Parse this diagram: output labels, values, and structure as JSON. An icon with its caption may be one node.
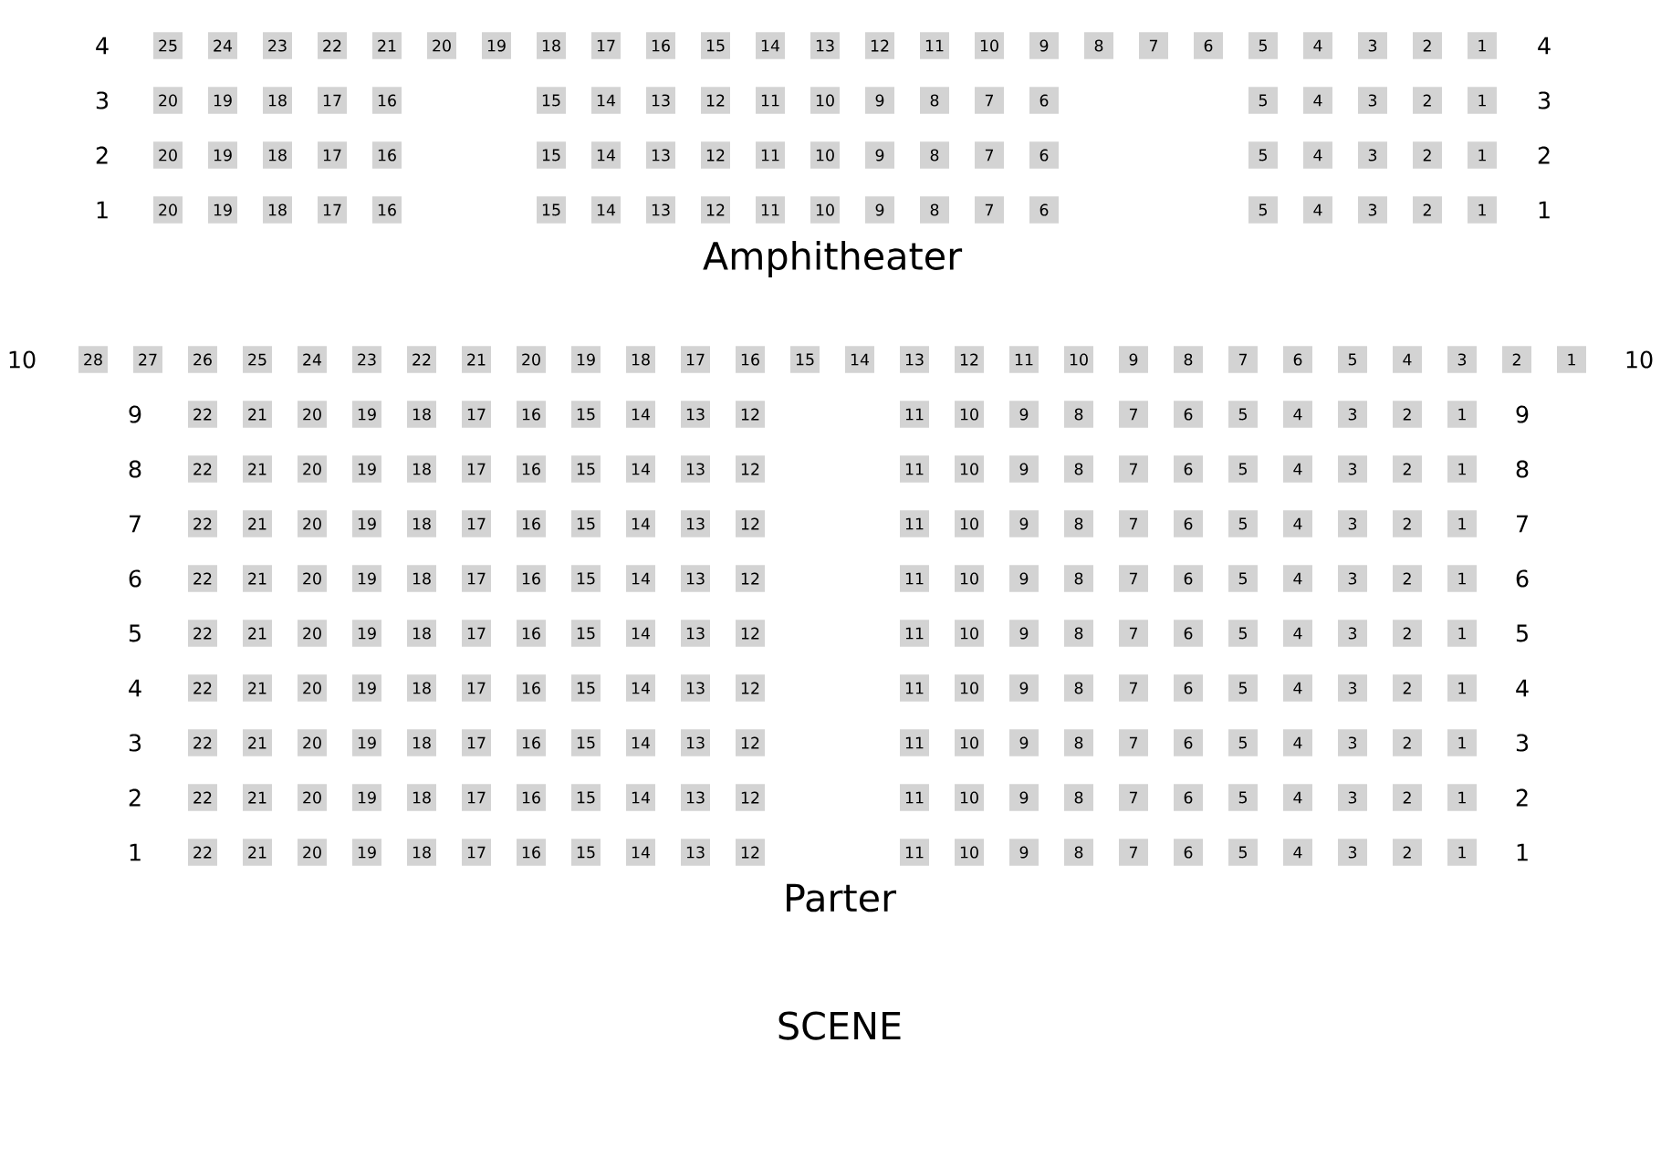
{
  "diagram": {
    "nodes": [
      {
        "text": [
          "25"
        ]
      },
      {
        "text": [
          "24"
        ]
      },
      {
        "text": [
          "23"
        ]
      },
      {
        "text": [
          "22"
        ]
      },
      {
        "text": [
          "21"
        ]
      },
      {
        "text": [
          "20"
        ]
      },
      {
        "text": [
          "19"
        ]
      },
      {
        "text": [
          "18"
        ]
      },
      {
        "text": [
          "17"
        ]
      },
      {
        "text": [
          "16"
        ]
      },
      {
        "text": [
          "15"
        ]
      },
      {
        "text": [
          "14"
        ]
      },
      {
        "text": [
          "13"
        ]
      },
      {
        "text": [
          "12"
        ]
      },
      {
        "text": [
          "11"
        ]
      },
      {
        "text": [
          "10"
        ]
      },
      {
        "text": [
          "9"
        ]
      },
      {
        "text": [
          "8"
        ]
      },
      {
        "text": [
          "7"
        ]
      },
      {
        "text": [
          "6"
        ]
      },
      {
        "text": [
          "5"
        ]
      },
      {
        "text": [
          "4"
        ]
      },
      {
        "text": [
          "3"
        ]
      },
      {
        "text": [
          "2"
        ]
      },
      {
        "text": [
          "1"
        ]
      },
      {
        "text": [
          "20"
        ]
      },
      {
        "text": [
          "19"
        ]
      },
      {
        "text": [
          "18"
        ]
      },
      {
        "text": [
          "17"
        ]
      },
      {
        "text": [
          "16"
        ]
      },
      {
        "text": [
          "15"
        ]
      },
      {
        "text": [
          "14"
        ]
      },
      {
        "text": [
          "13"
        ]
      },
      {
        "text": [
          "12"
        ]
      },
      {
        "text": [
          "11"
        ]
      },
      {
        "text": [
          "10"
        ]
      },
      {
        "text": [
          "9"
        ]
      },
      {
        "text": [
          "8"
        ]
      },
      {
        "text": [
          "7"
        ]
      },
      {
        "text": [
          "6"
        ]
      },
      {
        "text": [
          "5"
        ]
      },
      {
        "text": [
          "4"
        ]
      },
      {
        "text": [
          "3"
        ]
      },
      {
        "text": [
          "2"
        ]
      },
      {
        "text": [
          "1"
        ]
      },
      {
        "text": [
          "20"
        ]
      },
      {
        "text": [
          "19"
        ]
      },
      {
        "text": [
          "18"
        ]
      },
      {
        "text": [
          "17"
        ]
      },
      {
        "text": [
          "16"
        ]
      },
      {
        "text": [
          "15"
        ]
      },
      {
        "text": [
          "14"
        ]
      },
      {
        "text": [
          "13"
        ]
      },
      {
        "text": [
          "12"
        ]
      },
      {
        "text": [
          "11"
        ]
      },
      {
        "text": [
          "10"
        ]
      },
      {
        "text": [
          "9"
        ]
      },
      {
        "text": [
          "8"
        ]
      },
      {
        "text": [
          "7"
        ]
      },
      {
        "text": [
          "6"
        ]
      },
      {
        "text": [
          "5"
        ]
      },
      {
        "text": [
          "4"
        ]
      },
      {
        "text": [
          "3"
        ]
      },
      {
        "text": [
          "2"
        ]
      },
      {
        "text": [
          "1"
        ]
      },
      {
        "text": [
          "20"
        ]
      },
      {
        "text": [
          "19"
        ]
      },
      {
        "text": [
          "18"
        ]
      },
      {
        "text": [
          "17"
        ]
      },
      {
        "text": [
          "16"
        ]
      },
      {
        "text": [
          "15"
        ]
      },
      {
        "text": [
          "14"
        ]
      },
      {
        "text": [
          "13"
        ]
      },
      {
        "text": [
          "12"
        ]
      },
      {
        "text": [
          "11"
        ]
      },
      {
        "text": [
          "10"
        ]
      },
      {
        "text": [
          "9"
        ]
      },
      {
        "text": [
          "8"
        ]
      },
      {
        "text": [
          "7"
        ]
      },
      {
        "text": [
          "6"
        ]
      },
      {
        "text": [
          "5"
        ]
      },
      {
        "text": [
          "4"
        ]
      },
      {
        "text": [
          "3"
        ]
      },
      {
        "text": [
          "2"
        ]
      },
      {
        "text": [
          "1"
        ]
      },
      {
        "text": [
          "28"
        ]
      },
      {
        "text": [
          "27"
        ]
      },
      {
        "text": [
          "26"
        ]
      },
      {
        "text": [
          "25"
        ]
      },
      {
        "text": [
          "24"
        ]
      },
      {
        "text": [
          "23"
        ]
      },
      {
        "text": [
          "22"
        ]
      },
      {
        "text": [
          "21"
        ]
      },
      {
        "text": [
          "20"
        ]
      },
      {
        "text": [
          "19"
        ]
      },
      {
        "text": [
          "18"
        ]
      },
      {
        "text": [
          "17"
        ]
      },
      {
        "text": [
          "16"
        ]
      },
      {
        "text": [
          "15"
        ]
      },
      {
        "text": [
          "14"
        ]
      },
      {
        "text": [
          "13"
        ]
      },
      {
        "text": [
          "12"
        ]
      },
      {
        "text": [
          "11"
        ]
      },
      {
        "text": [
          "10"
        ]
      },
      {
        "text": [
          "9"
        ]
      },
      {
        "text": [
          "8"
        ]
      },
      {
        "text": [
          "7"
        ]
      },
      {
        "text": [
          "6"
        ]
      },
      {
        "text": [
          "5"
        ]
      },
      {
        "text": [
          "4"
        ]
      },
      {
        "text": [
          "3"
        ]
      },
      {
        "text": [
          "2"
        ]
      },
      {
        "text": [
          "1"
        ]
      },
      {
        "text": [
          "22"
        ]
      },
      {
        "text": [
          "21"
        ]
      },
      {
        "text": [
          "20"
        ]
      },
      {
        "text": [
          "19"
        ]
      },
      {
        "text": [
          "18"
        ]
      },
      {
        "text": [
          "17"
        ]
      },
      {
        "text": [
          "16"
        ]
      },
      {
        "text": [
          "15"
        ]
      },
      {
        "text": [
          "14"
        ]
      },
      {
        "text": [
          "13"
        ]
      },
      {
        "text": [
          "12"
        ]
      },
      {
        "text": [
          "11"
        ]
      },
      {
        "text": [
          "10"
        ]
      },
      {
        "text": [
          "9"
        ]
      },
      {
        "text": [
          "8"
        ]
      },
      {
        "text": [
          "7"
        ]
      },
      {
        "text": [
          "6"
        ]
      },
      {
        "text": [
          "5"
        ]
      },
      {
        "text": [
          "4"
        ]
      },
      {
        "text": [
          "3"
        ]
      },
      {
        "text": [
          "2"
        ]
      },
      {
        "text": [
          "1"
        ]
      },
      {
        "text": [
          "22"
        ]
      },
      {
        "text": [
          "21"
        ]
      },
      {
        "text": [
          "20"
        ]
      },
      {
        "text": [
          "19"
        ]
      },
      {
        "text": [
          "18"
        ]
      },
      {
        "text": [
          "17"
        ]
      },
      {
        "text": [
          "16"
        ]
      },
      {
        "text": [
          "15"
        ]
      },
      {
        "text": [
          "14"
        ]
      },
      {
        "text": [
          "13"
        ]
      },
      {
        "text": [
          "12"
        ]
      },
      {
        "text": [
          "11"
        ]
      },
      {
        "text": [
          "10"
        ]
      },
      {
        "text": [
          "9"
        ]
      },
      {
        "text": [
          "8"
        ]
      },
      {
        "text": [
          "7"
        ]
      },
      {
        "text": [
          "6"
        ]
      },
      {
        "text": [
          "5"
        ]
      },
      {
        "text": [
          "4"
        ]
      },
      {
        "text": [
          "3"
        ]
      },
      {
        "text": [
          "2"
        ]
      },
      {
        "text": [
          "1"
        ]
      },
      {
        "text": [
          "22"
        ]
      },
      {
        "text": [
          "21"
        ]
      },
      {
        "text": [
          "20"
        ]
      },
      {
        "text": [
          "19"
        ]
      },
      {
        "text": [
          "18"
        ]
      },
      {
        "text": [
          "17"
        ]
      },
      {
        "text": [
          "16"
        ]
      },
      {
        "text": [
          "15"
        ]
      },
      {
        "text": [
          "14"
        ]
      },
      {
        "text": [
          "13"
        ]
      },
      {
        "text": [
          "12"
        ]
      },
      {
        "text": [
          "11"
        ]
      },
      {
        "text": [
          "10"
        ]
      },
      {
        "text": [
          "9"
        ]
      },
      {
        "text": [
          "8"
        ]
      },
      {
        "text": [
          "7"
        ]
      },
      {
        "text": [
          "6"
        ]
      },
      {
        "text": [
          "5"
        ]
      },
      {
        "text": [
          "4"
        ]
      },
      {
        "text": [
          "3"
        ]
      },
      {
        "text": [
          "2"
        ]
      },
      {
        "text": [
          "1"
        ]
      },
      {
        "text": [
          "22"
        ]
      },
      {
        "text": [
          "21"
        ]
      },
      {
        "text": [
          "20"
        ]
      },
      {
        "text": [
          "19"
        ]
      },
      {
        "text": [
          "18"
        ]
      },
      {
        "text": [
          "17"
        ]
      },
      {
        "text": [
          "16"
        ]
      },
      {
        "text": [
          "15"
        ]
      },
      {
        "text": [
          "14"
        ]
      },
      {
        "text": [
          "13"
        ]
      },
      {
        "text": [
          "12"
        ]
      },
      {
        "text": [
          "11"
        ]
      },
      {
        "text": [
          "10"
        ]
      },
      {
        "text": [
          "9"
        ]
      },
      {
        "text": [
          "8"
        ]
      },
      {
        "text": [
          "7"
        ]
      },
      {
        "text": [
          "6"
        ]
      },
      {
        "text": [
          "5"
        ]
      },
      {
        "text": [
          "4"
        ]
      },
      {
        "text": [
          "3"
        ]
      },
      {
        "text": [
          "2"
        ]
      },
      {
        "text": [
          "1"
        ]
      },
      {
        "text": [
          "22"
        ]
      },
      {
        "text": [
          "21"
        ]
      },
      {
        "text": [
          "20"
        ]
      },
      {
        "text": [
          "19"
        ]
      },
      {
        "text": [
          "18"
        ]
      },
      {
        "text": [
          "17"
        ]
      },
      {
        "text": [
          "16"
        ]
      },
      {
        "text": [
          "15"
        ]
      },
      {
        "text": [
          "14"
        ]
      },
      {
        "text": [
          "13"
        ]
      },
      {
        "text": [
          "12"
        ]
      },
      {
        "text": [
          "11"
        ]
      },
      {
        "text": [
          "10"
        ]
      },
      {
        "text": [
          "9"
        ]
      },
      {
        "text": [
          "8"
        ]
      },
      {
        "text": [
          "7"
        ]
      },
      {
        "text": [
          "6"
        ]
      },
      {
        "text": [
          "5"
        ]
      },
      {
        "text": [
          "4"
        ]
      },
      {
        "text": [
          "3"
        ]
      },
      {
        "text": [
          "2"
        ]
      },
      {
        "text": [
          "1"
        ]
      },
      {
        "text": [
          "22"
        ]
      },
      {
        "text": [
          "21"
        ]
      },
      {
        "text": [
          "20"
        ]
      },
      {
        "text": [
          "19"
        ]
      },
      {
        "text": [
          "18"
        ]
      },
      {
        "text": [
          "17"
        ]
      },
      {
        "text": [
          "16"
        ]
      },
      {
        "text": [
          "15"
        ]
      },
      {
        "text": [
          "14"
        ]
      },
      {
        "text": [
          "13"
        ]
      },
      {
        "text": [
          "12"
        ]
      },
      {
        "text": [
          "11"
        ]
      },
      {
        "text": [
          "10"
        ]
      },
      {
        "text": [
          "9"
        ]
      },
      {
        "text": [
          "8"
        ]
      },
      {
        "text": [
          "7"
        ]
      },
      {
        "text": [
          "6"
        ]
      },
      {
        "text": [
          "5"
        ]
      },
      {
        "text": [
          "4"
        ]
      },
      {
        "text": [
          "3"
        ]
      },
      {
        "text": [
          "2"
        ]
      },
      {
        "text": [
          "1"
        ]
      },
      {
        "text": [
          "22"
        ]
      },
      {
        "text": [
          "21"
        ]
      },
      {
        "text": [
          "20"
        ]
      },
      {
        "text": [
          "19"
        ]
      },
      {
        "text": [
          "18"
        ]
      },
      {
        "text": [
          "17"
        ]
      },
      {
        "text": [
          "16"
        ]
      },
      {
        "text": [
          "15"
        ]
      },
      {
        "text": [
          "14"
        ]
      },
      {
        "text": [
          "13"
        ]
      },
      {
        "text": [
          "12"
        ]
      },
      {
        "text": [
          "11"
        ]
      },
      {
        "text": [
          "10"
        ]
      },
      {
        "text": [
          "9"
        ]
      },
      {
        "text": [
          "8"
        ]
      },
      {
        "text": [
          "7"
        ]
      },
      {
        "text": [
          "6"
        ]
      },
      {
        "text": [
          "5"
        ]
      },
      {
        "text": [
          "4"
        ]
      },
      {
        "text": [
          "3"
        ]
      },
      {
        "text": [
          "2"
        ]
      },
      {
        "text": [
          "1"
        ]
      },
      {
        "text": [
          "22"
        ]
      },
      {
        "text": [
          "21"
        ]
      },
      {
        "text": [
          "20"
        ]
      },
      {
        "text": [
          "19"
        ]
      },
      {
        "text": [
          "18"
        ]
      },
      {
        "text": [
          "17"
        ]
      },
      {
        "text": [
          "16"
        ]
      },
      {
        "text": [
          "15"
        ]
      },
      {
        "text": [
          "14"
        ]
      },
      {
        "text": [
          "13"
        ]
      },
      {
        "text": [
          "12"
        ]
      },
      {
        "text": [
          "11"
        ]
      },
      {
        "text": [
          "10"
        ]
      },
      {
        "text": [
          "9"
        ]
      },
      {
        "text": [
          "8"
        ]
      },
      {
        "text": [
          "7"
        ]
      },
      {
        "text": [
          "6"
        ]
      },
      {
        "text": [
          "5"
        ]
      },
      {
        "text": [
          "4"
        ]
      },
      {
        "text": [
          "3"
        ]
      },
      {
        "text": [
          "2"
        ]
      },
      {
        "text": [
          "1"
        ]
      },
      {
        "text": [
          "22"
        ]
      },
      {
        "text": [
          "21"
        ]
      },
      {
        "text": [
          "20"
        ]
      },
      {
        "text": [
          "19"
        ]
      },
      {
        "text": [
          "18"
        ]
      },
      {
        "text": [
          "17"
        ]
      },
      {
        "text": [
          "16"
        ]
      },
      {
        "text": [
          "15"
        ]
      },
      {
        "text": [
          "14"
        ]
      },
      {
        "text": [
          "13"
        ]
      },
      {
        "text": [
          "12"
        ]
      },
      {
        "text": [
          "11"
        ]
      },
      {
        "text": [
          "10"
        ]
      },
      {
        "text": [
          "9"
        ]
      },
      {
        "text": [
          "8"
        ]
      },
      {
        "text": [
          "7"
        ]
      },
      {
        "text": [
          "6"
        ]
      },
      {
        "text": [
          "5"
        ]
      },
      {
        "text": [
          "4"
        ]
      },
      {
        "text": [
          "3"
        ]
      },
      {
        "text": [
          "2"
        ]
      },
      {
        "text": [
          "1"
        ]
      }
    ],
    "labels": [
      "4",
      "4",
      "3",
      "3",
      "2",
      "2",
      "1",
      "1",
      "Amphitheater",
      "10",
      "10",
      "9",
      "9",
      "8",
      "8",
      "7",
      "7",
      "6",
      "6",
      "5",
      "5",
      "4",
      "4",
      "3",
      "3",
      "2",
      "2",
      "1",
      "1",
      "Parter",
      "SCENE"
    ]
  }
}
